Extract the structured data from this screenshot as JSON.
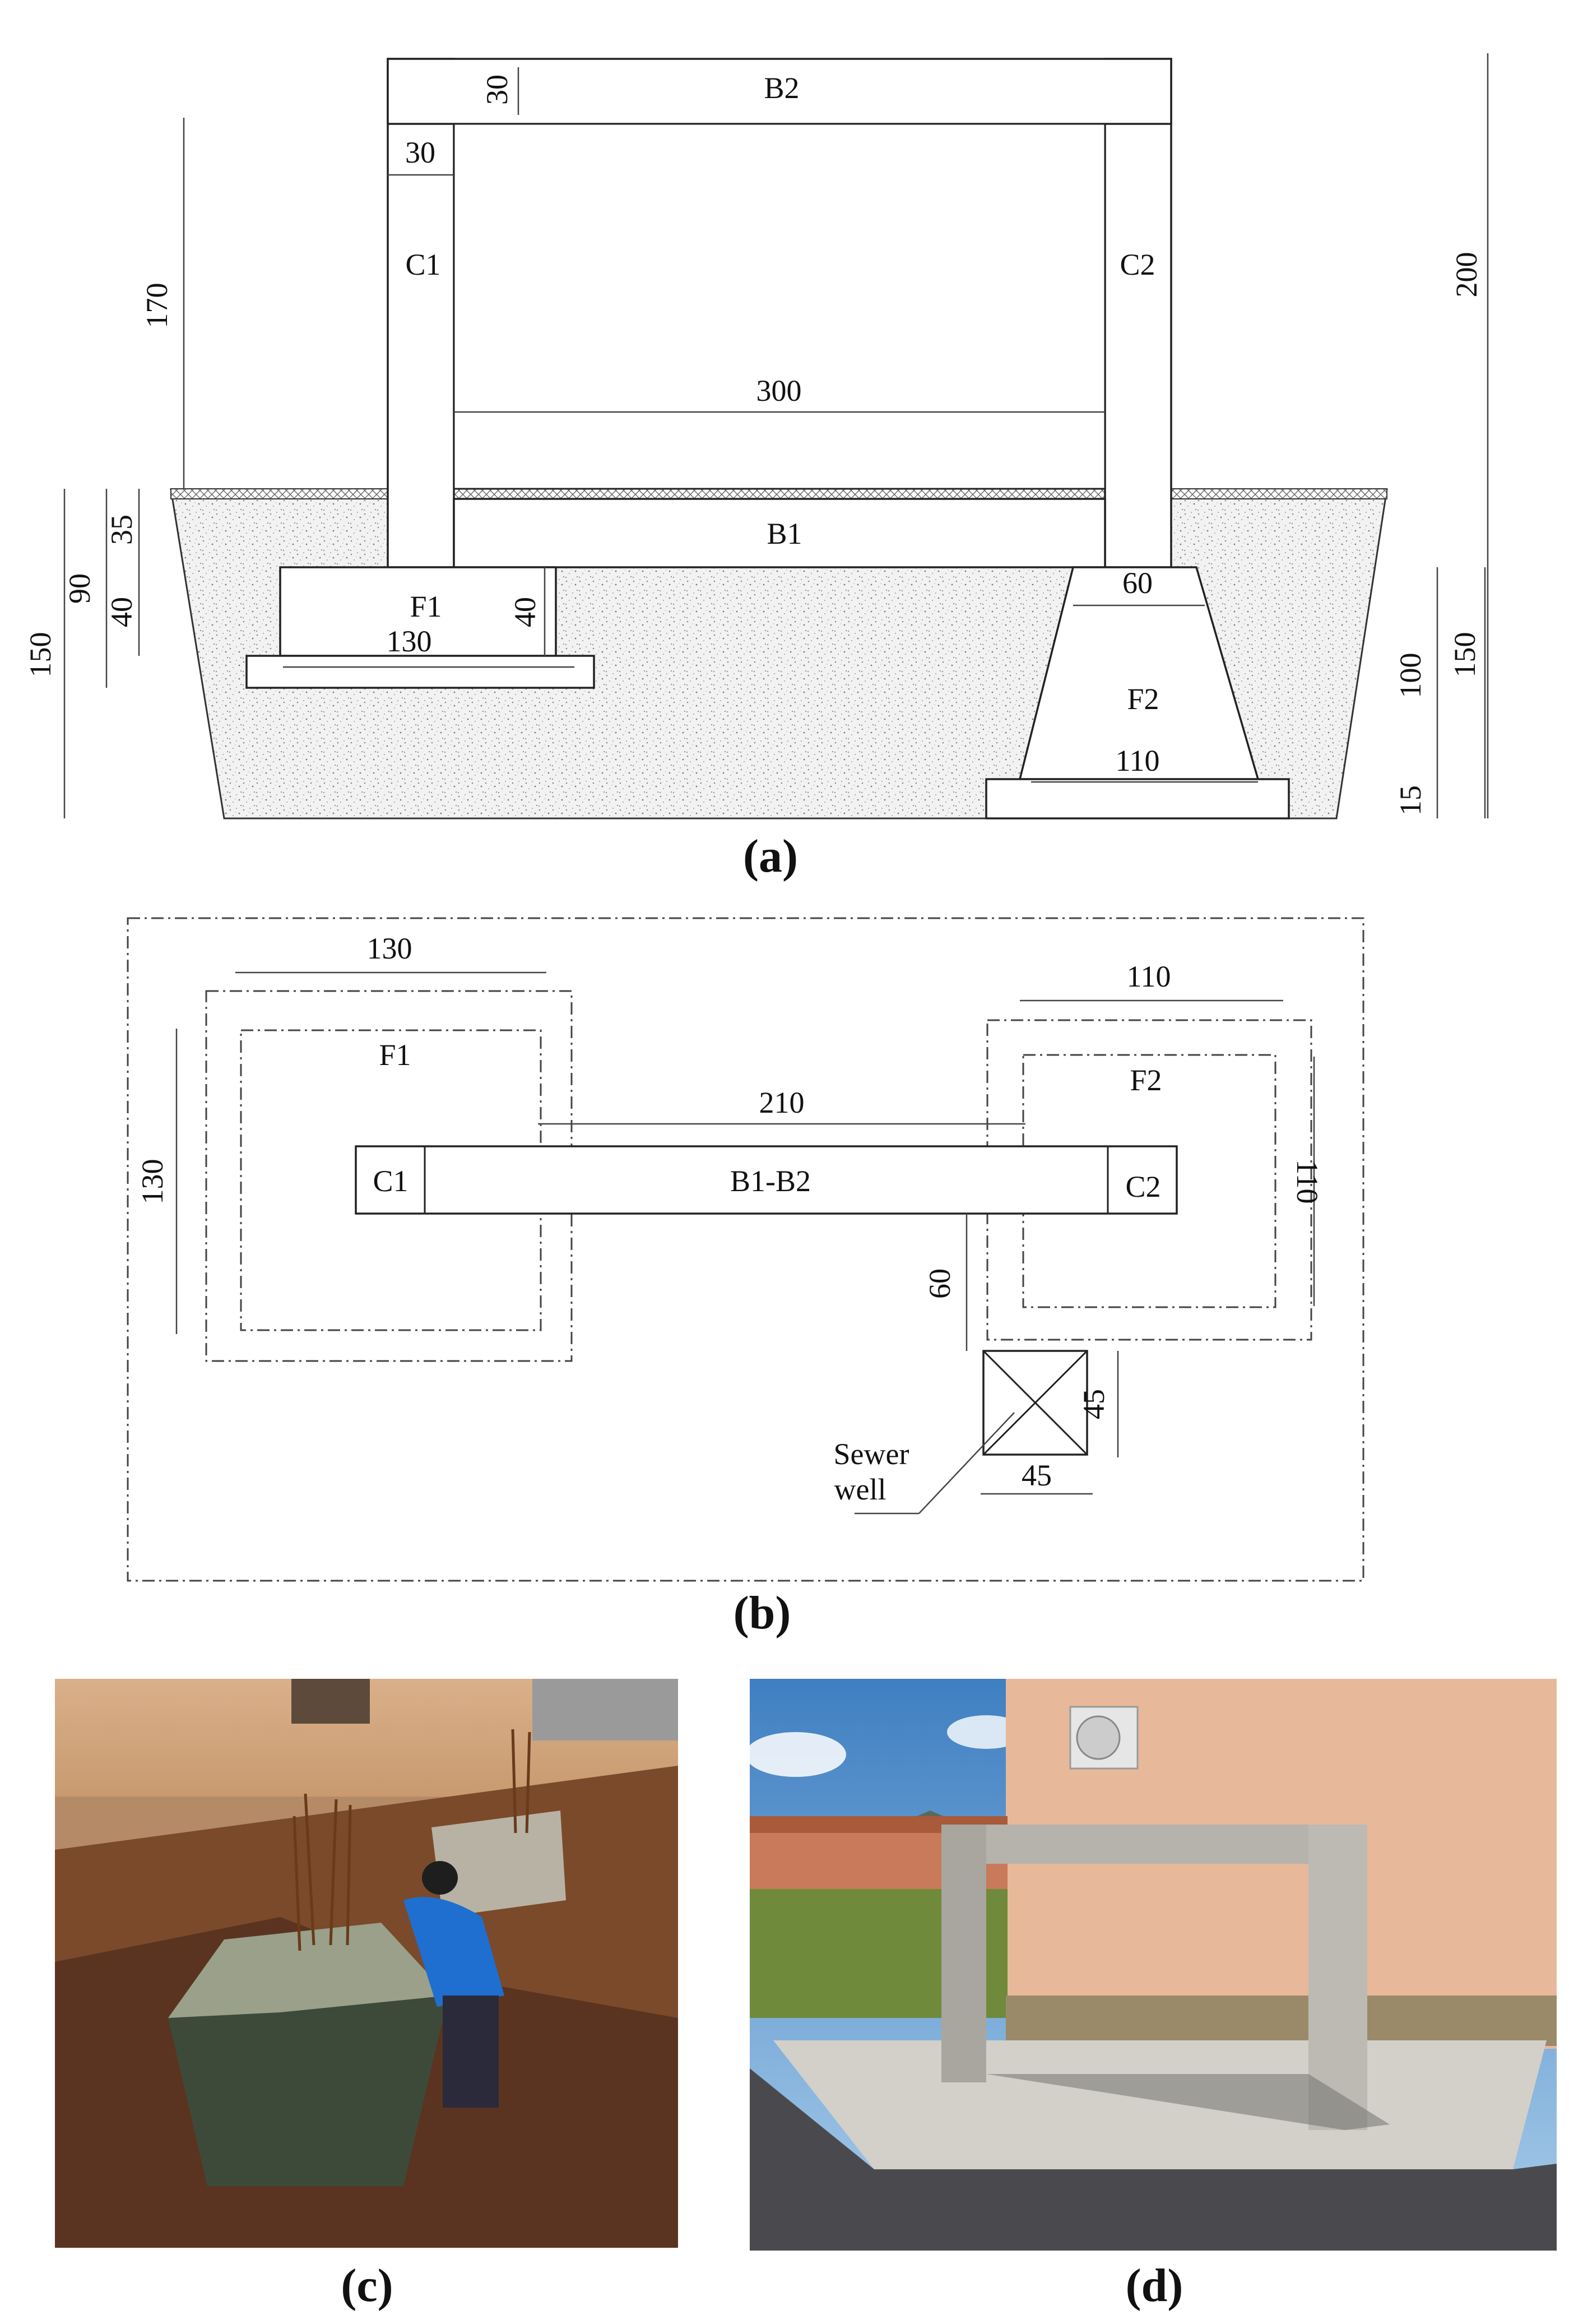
{
  "panel_a": {
    "caption": "(a)",
    "members": {
      "b2": "B2",
      "c1": "C1",
      "c2": "C2",
      "b1": "B1",
      "f1": "F1",
      "f2": "F2"
    },
    "dims": {
      "beam_depth": "30",
      "col_width": "30",
      "col_height": "170",
      "span": "300",
      "total_height": "200",
      "d35": "35",
      "d90": "90",
      "d40_left": "40",
      "d150_left": "150",
      "f1_depth": "40",
      "f1_width": "130",
      "f2_top": "60",
      "f2_base": "110",
      "d100": "100",
      "d150_right": "150",
      "d15": "15"
    }
  },
  "panel_b": {
    "caption": "(b)",
    "labels": {
      "f1": "F1",
      "f2": "F2",
      "c1": "C1",
      "c2": "C2",
      "beam": "B1-B2",
      "sewer_line1": "Sewer",
      "sewer_line2": "well"
    },
    "dims": {
      "f1_w": "130",
      "f1_h": "130",
      "f2_w": "110",
      "f2_h": "110",
      "d210": "210",
      "d60": "60",
      "well_h": "45",
      "well_w": "45"
    }
  },
  "panel_c": {
    "caption": "(c)"
  },
  "panel_d": {
    "caption": "(d)"
  }
}
